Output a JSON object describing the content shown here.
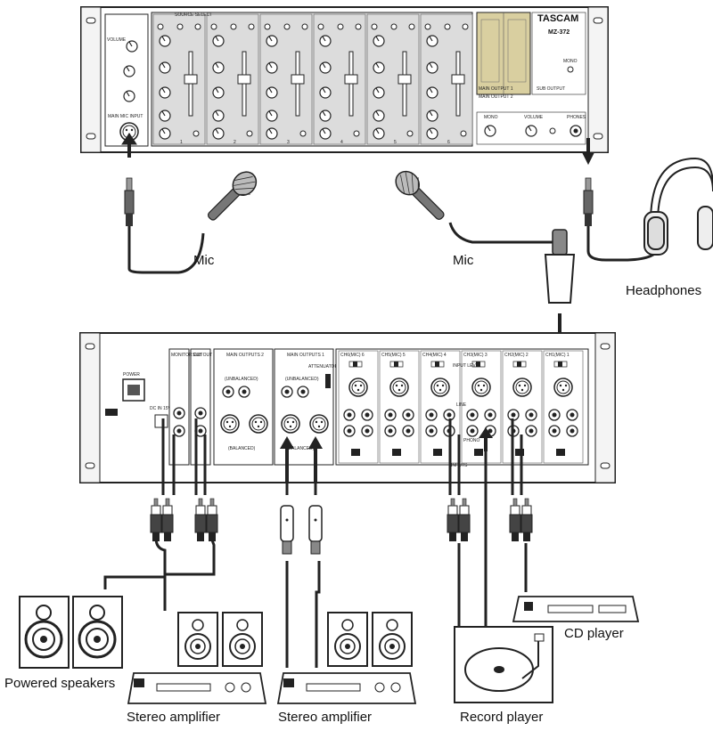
{
  "front_panel": {
    "brand": "TASCAM",
    "model": "MZ-372",
    "channel_numbers": [
      "1",
      "2",
      "3",
      "4",
      "5",
      "6"
    ],
    "source_select": "SOURCE SELECT",
    "main_output_1": "MAIN OUTPUT 1",
    "main_output_2": "MAIN OUTPUT 2",
    "sub_output": "SUB OUTPUT",
    "phones": "PHONES",
    "mono": "MONO",
    "volume": "VOLUME",
    "main_mic_input": "MAIN MIC INPUT"
  },
  "rear_panel": {
    "power": "POWER",
    "dc_in": "DC IN 15V",
    "monitor_out": "MONITOR OUT",
    "sub_out": "SUB OUT",
    "main_outputs_2": "MAIN OUTPUTS 2",
    "main_outputs_1": "MAIN OUTPUTS 1",
    "attenuator": "ATTENUATOR",
    "unbalanced": "(UNBALANCED)",
    "balanced": "(BALANCED)",
    "input_level": "INPUT LEVEL",
    "line": "LINE",
    "phono": "PHONO",
    "inputs": "INPUTS",
    "channel_labels": [
      "CH6(MIC) 6",
      "CH5(MIC) 5",
      "CH4(MIC) 4",
      "CH3(MIC) 3",
      "CH2(MIC) 2",
      "CH1(MIC) 1"
    ]
  },
  "labels": {
    "mic_left": "Mic",
    "mic_right": "Mic",
    "headphones": "Headphones",
    "powered_speakers": "Powered speakers",
    "stereo_amp_1": "Stereo amplifier",
    "stereo_amp_2": "Stereo amplifier",
    "record_player": "Record player",
    "cd_player": "CD player"
  }
}
